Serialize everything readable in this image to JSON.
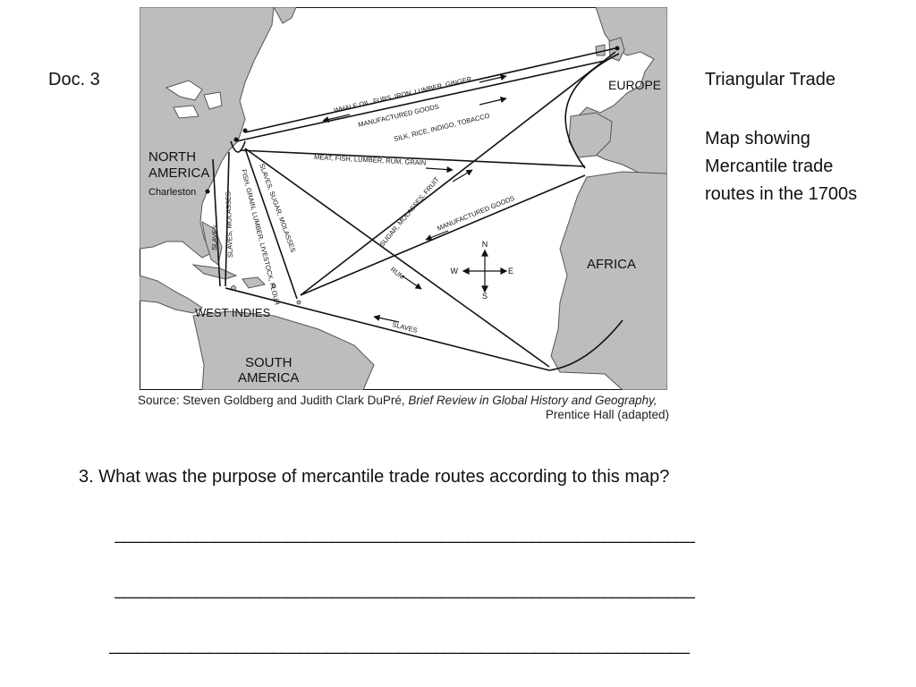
{
  "doc_label": "Doc.  3",
  "side": {
    "title": "Triangular Trade",
    "description": "Map showing Mercantile  trade routes in the 1700s"
  },
  "map": {
    "regions": {
      "north_america": [
        "NORTH",
        "AMERICA"
      ],
      "europe": "EUROPE",
      "africa": "AFRICA",
      "south_america": [
        "SOUTH",
        "AMERICA"
      ],
      "west_indies": "WEST INDIES"
    },
    "city": "Charleston",
    "compass": {
      "n": "N",
      "s": "S",
      "e": "E",
      "w": "W"
    },
    "routes": {
      "r1": "WHALE OIL, FURS, IRON, LUMBER, GINGER",
      "r2": "MANUFACTURED GOODS",
      "r3": "SILK, RICE, INDIGO, TOBACCO",
      "r4": "MEAT, FISH, LUMBER, RUM, GRAIN",
      "r5": "SUGAR, MOLASSES, FRUIT",
      "r6": "MANUFACTURED GOODS",
      "r7": "RUM",
      "r8": "SLAVES",
      "r9": "SLAVES",
      "r10": "SLAVES, MOLASSES",
      "r11": "FISH, GRAIN, LUMBER, LIVESTOCK, FLOUR",
      "r12": "SLAVES, SUGAR, MOLASSES"
    }
  },
  "source": {
    "prefix": "Source: Steven Goldberg and Judith Clark DuPré, ",
    "book": "Brief Review in Global History and Geography,",
    "publisher": "Prentice Hall (adapted)"
  },
  "question": "3.  What was the purpose of  mercantile trade routes according to this map?",
  "answer_lines": [
    "________________________________________________________________",
    "________________________________________________________________",
    "________________________________________________________________"
  ]
}
